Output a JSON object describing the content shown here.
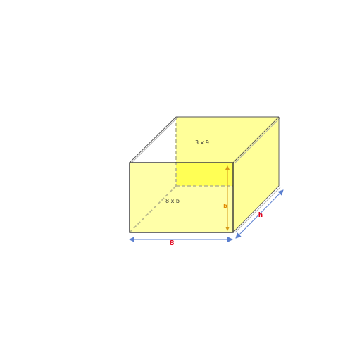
{
  "labels": {
    "back_face": "3 x 9",
    "front_face": "8 x b",
    "width": "8",
    "height": "b",
    "depth": "h"
  },
  "colors": {
    "face_fill": "#ffff99",
    "face_bright": "#ffff55",
    "edge": "#333333",
    "hidden_edge": "#b5b58a",
    "arrow_blue": "#5b7fcf",
    "arrow_orange": "#d49a1a",
    "label_red": "#e0001b",
    "label_orange": "#e08a00"
  }
}
